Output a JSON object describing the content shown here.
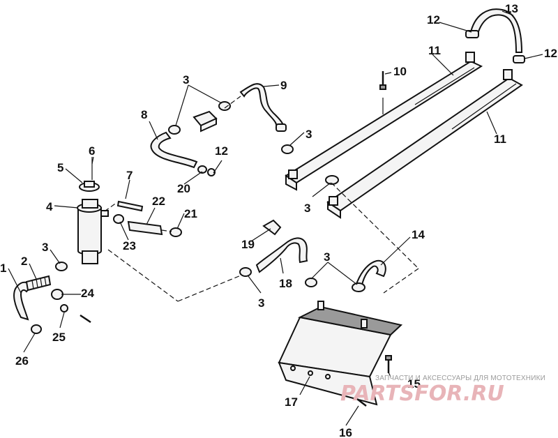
{
  "diagram": {
    "callouts": [
      "1",
      "2",
      "3",
      "4",
      "5",
      "6",
      "7",
      "8",
      "9",
      "10",
      "11",
      "12",
      "13",
      "14",
      "15",
      "16",
      "17",
      "18",
      "19",
      "20",
      "21",
      "22",
      "23",
      "24",
      "25",
      "26"
    ],
    "watermark": {
      "caption": "ЗАПЧАСТИ И АКСЕССУАРЫ ДЛЯ МОТОТЕХНИКИ",
      "logo": "PARTSFOR.RU"
    }
  }
}
